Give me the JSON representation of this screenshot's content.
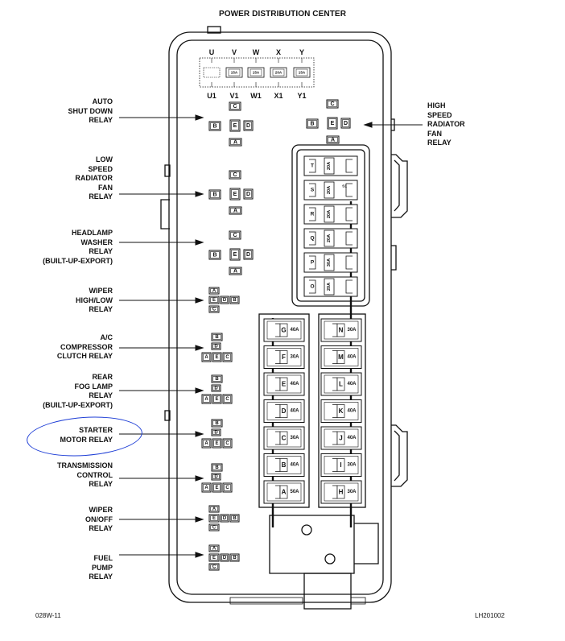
{
  "title": "POWER DISTRIBUTION CENTER",
  "footer": {
    "left_code": "028W-11",
    "right_code": "LH201002"
  },
  "top_fuse_columns": {
    "upper": [
      "U",
      "V",
      "W",
      "X",
      "Y"
    ],
    "lower": [
      "U1",
      "V1",
      "W1",
      "X1",
      "Y1"
    ],
    "ratings": [
      "15A",
      "15A",
      "20A",
      "15A"
    ]
  },
  "relay_labels_left": [
    {
      "id": "asd",
      "text": "AUTO\nSHUT DOWN\nRELAY"
    },
    {
      "id": "lsrf",
      "text": "LOW\nSPEED\nRADIATOR\nFAN\nRELAY"
    },
    {
      "id": "hw",
      "text": "HEADLAMP\nWASHER\nRELAY\n(BUILT-UP-EXPORT)"
    },
    {
      "id": "whl",
      "text": "WIPER\nHIGH/LOW\nRELAY"
    },
    {
      "id": "ac",
      "text": "A/C\nCOMPRESSOR\nCLUTCH RELAY"
    },
    {
      "id": "rfog",
      "text": "REAR\nFOG LAMP\nRELAY\n(BUILT-UP-EXPORT)"
    },
    {
      "id": "starter",
      "text": "STARTER\nMOTOR RELAY"
    },
    {
      "id": "trans",
      "text": "TRANSMISSION\nCONTROL\nRELAY"
    },
    {
      "id": "wof",
      "text": "WIPER\nON/OFF\nRELAY"
    },
    {
      "id": "fuel",
      "text": "FUEL\nPUMP\nRELAY"
    }
  ],
  "relay_label_right": {
    "id": "hsrf",
    "text": "HIGH\nSPEED\nRADIATOR\nFAN\nRELAY"
  },
  "terminals": {
    "a": "A",
    "b": "B",
    "c": "C",
    "d": "D",
    "e": "E"
  },
  "mini_fuses": [
    {
      "letter": "T",
      "rating": "20A"
    },
    {
      "letter": "S",
      "rating": "20A",
      "extra": "S1"
    },
    {
      "letter": "R",
      "rating": "20A"
    },
    {
      "letter": "Q",
      "rating": "20A"
    },
    {
      "letter": "P",
      "rating": "30A"
    },
    {
      "letter": "O",
      "rating": "20A"
    }
  ],
  "maxi_fuses_left": [
    {
      "letter": "G",
      "rating": "40A"
    },
    {
      "letter": "F",
      "rating": "30A"
    },
    {
      "letter": "E",
      "rating": "40A"
    },
    {
      "letter": "D",
      "rating": "40A"
    },
    {
      "letter": "C",
      "rating": "30A"
    },
    {
      "letter": "B",
      "rating": "40A"
    },
    {
      "letter": "A",
      "rating": "50A"
    }
  ],
  "maxi_fuses_right": [
    {
      "letter": "N",
      "rating": "30A"
    },
    {
      "letter": "M",
      "rating": "40A"
    },
    {
      "letter": "L",
      "rating": "40A"
    },
    {
      "letter": "K",
      "rating": "40A"
    },
    {
      "letter": "J",
      "rating": "40A"
    },
    {
      "letter": "I",
      "rating": "30A"
    },
    {
      "letter": "H",
      "rating": "30A"
    }
  ],
  "colors": {
    "ink": "#111111",
    "highlight": "#1f3fd6"
  }
}
